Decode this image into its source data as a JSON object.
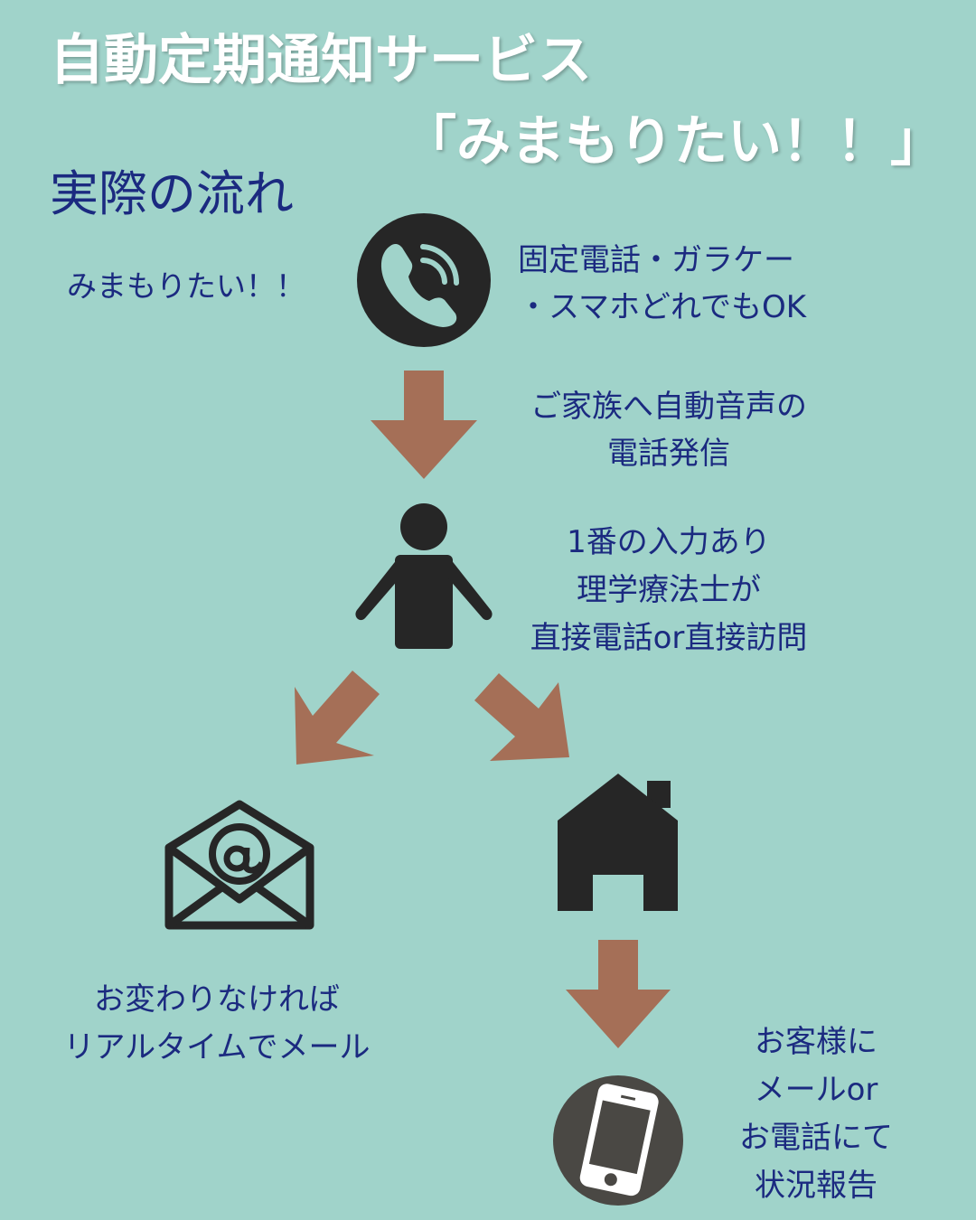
{
  "title": {
    "line1": "自動定期通知サービス",
    "line2": "「みまもりたい！！」"
  },
  "subtitle": "実際の流れ",
  "steps": {
    "service_name": "みまもりたい！！",
    "phone_types": [
      "固定電話・ガラケー",
      "・スマホどれでもOK"
    ],
    "auto_call": [
      "ご家族へ自動音声の",
      "電話発信"
    ],
    "response": [
      "1番の入力あり",
      "理学療法士が",
      "直接電話or直接訪問"
    ],
    "no_change": [
      "お変わりなければ",
      "リアルタイムでメール"
    ],
    "report": [
      "お客様に",
      "メールor",
      "お電話にて",
      "状況報告"
    ]
  },
  "colors": {
    "background": "#a0d3ca",
    "text": "#1b2a80",
    "arrow": "#a56f57",
    "icon": "#262626",
    "phone_circle": "#4a4844"
  }
}
